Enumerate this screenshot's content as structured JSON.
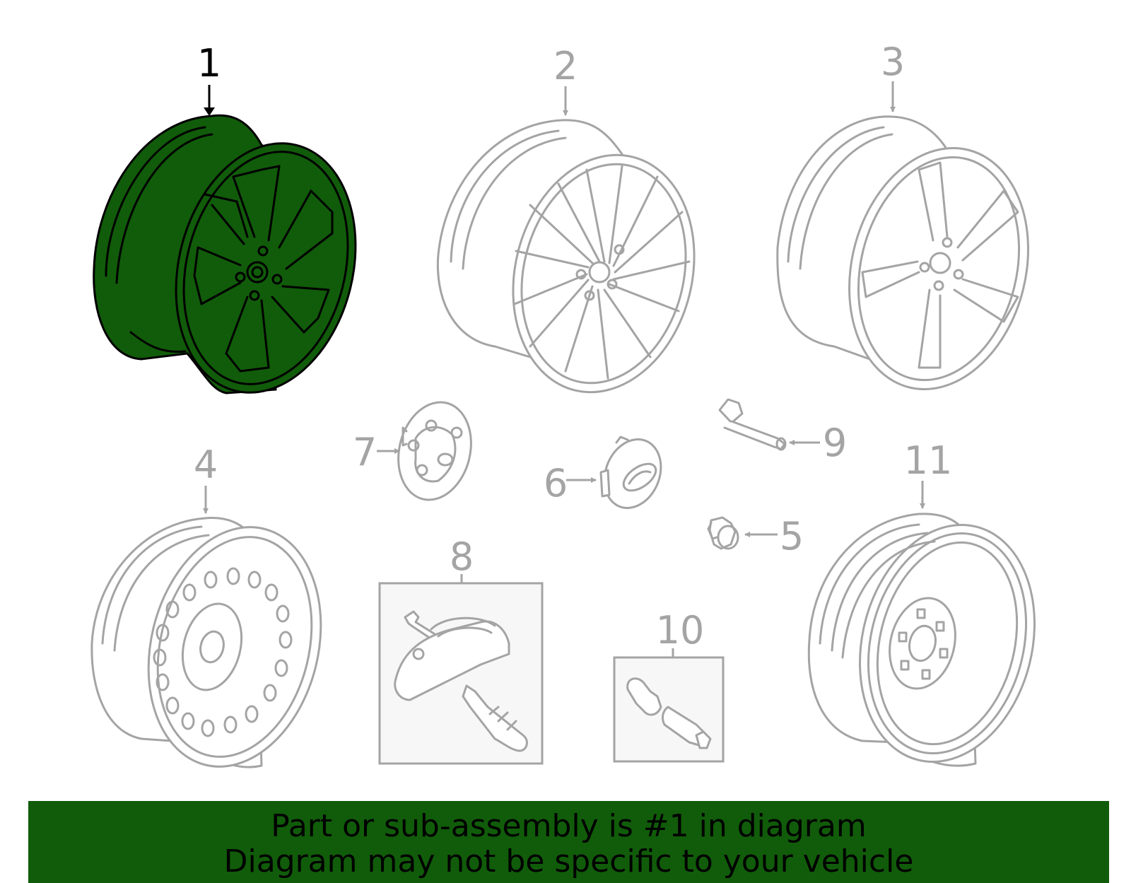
{
  "callouts": [
    {
      "id": "1",
      "label": "1",
      "highlighted": true
    },
    {
      "id": "2",
      "label": "2"
    },
    {
      "id": "3",
      "label": "3"
    },
    {
      "id": "4",
      "label": "4"
    },
    {
      "id": "5",
      "label": "5"
    },
    {
      "id": "6",
      "label": "6"
    },
    {
      "id": "7",
      "label": "7"
    },
    {
      "id": "8",
      "label": "8"
    },
    {
      "id": "9",
      "label": "9"
    },
    {
      "id": "10",
      "label": "10"
    },
    {
      "id": "11",
      "label": "11"
    }
  ],
  "banner": {
    "line1": "Part or sub-assembly is #1 in diagram",
    "line2": "Diagram may not be specific to your vehicle"
  },
  "colors": {
    "highlight": "#115c0a",
    "banner_bg": "#115c0a",
    "part_line": "#a4a4a4",
    "highlight_line": "#000000"
  }
}
